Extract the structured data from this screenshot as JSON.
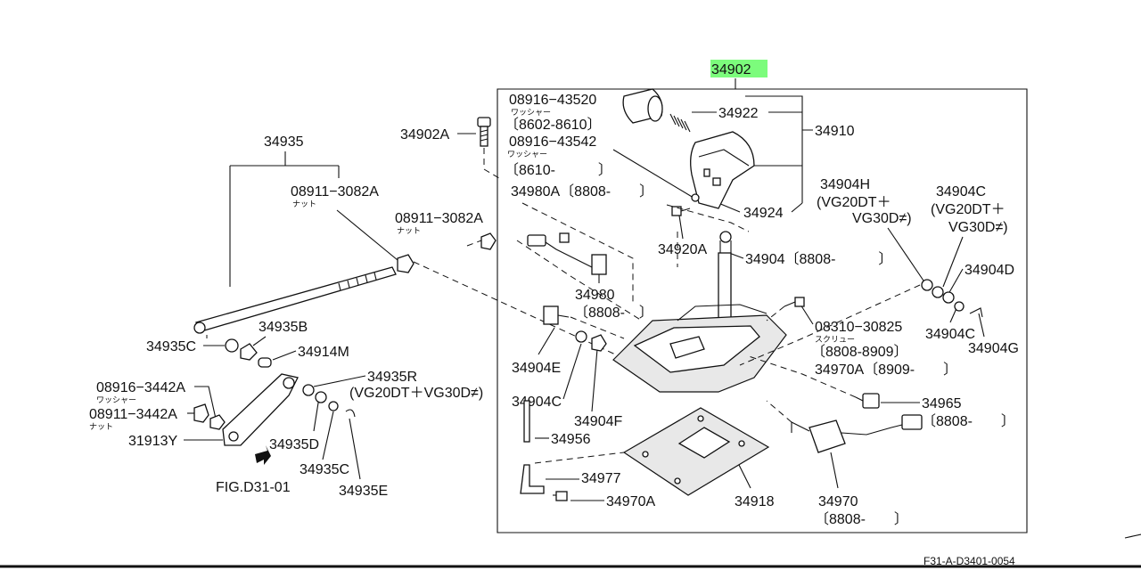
{
  "highlight_color": "#7CFC7C",
  "main_assembly": "34902",
  "labels": {
    "p34935": "34935",
    "p08911_3082A_a": "08911−3082A",
    "nut_a": "ナット",
    "p34902A": "34902A",
    "p08916_43520": "08916−43520",
    "washer_a": "ワッシャー",
    "date_8602_8610": "〔8602-8610〕",
    "p08916_43542": "08916−43542",
    "washer_b": "ワッシャー",
    "date_8610": "〔8610-　　　〕",
    "p34922": "34922",
    "p34910": "34910",
    "p34924": "34924",
    "p34980A": "34980A〔8808-　　〕",
    "p08911_3082A_b": "08911−3082A",
    "nut_b": "ナット",
    "p34920A": "34920A",
    "p34904": "34904〔8808-　　　〕",
    "p34904H": "34904H",
    "vg_a1": "(VG20DT＋",
    "vg_a2": "VG30D≠)",
    "p34904C_top": "34904C",
    "vg_b1": "(VG20DT＋",
    "vg_b2": "VG30D≠)",
    "p34904D": "34904D",
    "p34904C_right": "34904C",
    "p34904G": "34904G",
    "p34980": "34980",
    "date_34980": "〔8808-　〕",
    "p34935B": "34935B",
    "p34935C_a": "34935C",
    "p34914M": "34914M",
    "p34904E": "34904E",
    "p08310_30825": "08310−30825",
    "screw": "スクリュー",
    "date_8808_8909": "〔8808-8909〕",
    "p34970A_date": "34970A〔8909-　　〕",
    "p08916_3442A": "08916−3442A",
    "washer_c": "ワッシャー",
    "p08911_3442A": "08911−3442A",
    "nut_c": "ナット",
    "p34935R": "34935R",
    "vg_c": "(VG20DT＋VG30D≠)",
    "p34904C_mid": "34904C",
    "p34904F": "34904F",
    "p34965": "34965",
    "date_34965": "〔8808-　　〕",
    "p31913Y": "31913Y",
    "p34935D": "34935D",
    "p34956": "34956",
    "p34935C_b": "34935C",
    "fig_ref": "FIG.D31-01",
    "p34977": "34977",
    "p34918": "34918",
    "p34970": "34970",
    "date_34970": "〔8808-　　〕",
    "p34970A": "34970A",
    "p34935E": "34935E",
    "footer": "F31-A-D3401-0054"
  }
}
